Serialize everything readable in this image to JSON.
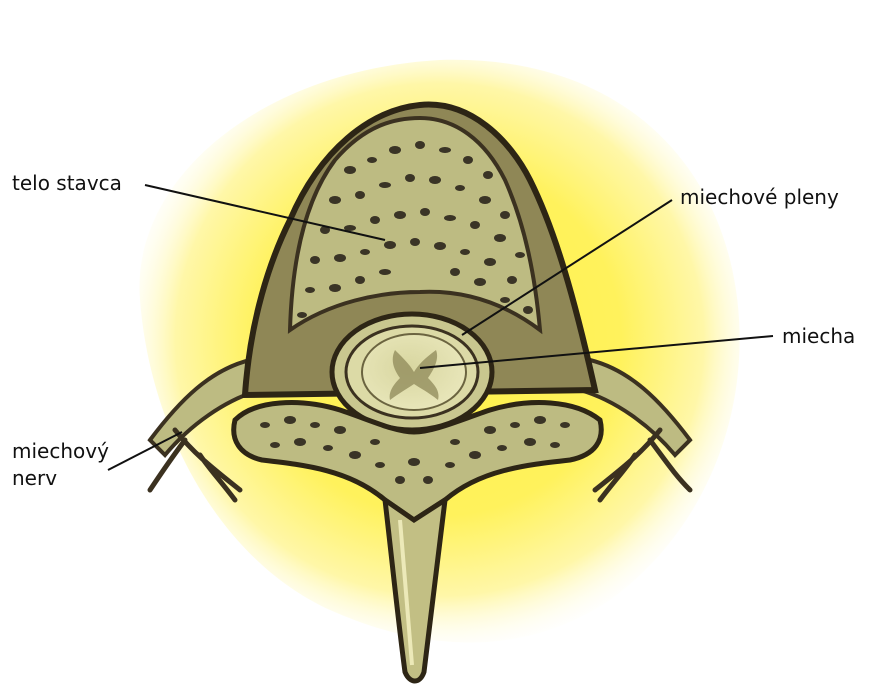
{
  "labels": {
    "vertebral_body": "telo stavca",
    "meninges": "miechové pleny",
    "spinal_cord": "miecha",
    "spinal_nerve_line1": "miechový",
    "spinal_nerve_line2": "nerv"
  },
  "colors": {
    "glow": "#fff36a",
    "bone_outline": "#3b3120",
    "bone_fill": "#bdbb82",
    "bone_light": "#e3e1a9",
    "pore": "#3a3426",
    "leader_line": "#111111"
  }
}
